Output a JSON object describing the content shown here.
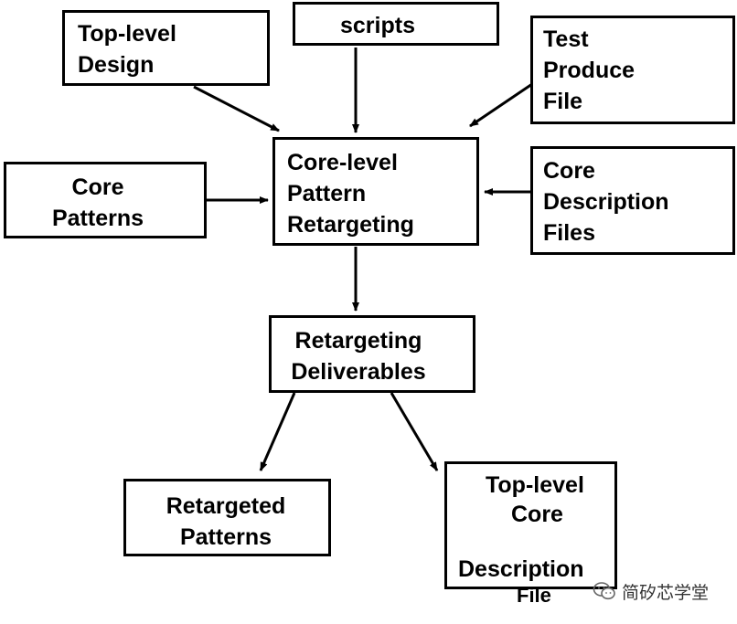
{
  "nodes": {
    "top_level_design": "Top-level\nDesign",
    "scripts": "scripts",
    "test_produce_file": "Test\nProduce\nFile",
    "core_patterns": "Core\nPatterns",
    "core_level_pattern_retargeting": "Core-level\nPattern\nRetargeting",
    "core_description_files": "Core\nDescription\nFiles",
    "retargeting_deliverables": "Retargeting\nDeliverables",
    "retargeted_patterns": "Retargeted\nPatterns",
    "top_level_core_description_file": {
      "line1": "Top-level",
      "line2": "Core",
      "line3": "Description",
      "line4": "File"
    }
  },
  "watermark": {
    "icon": "wechat-icon",
    "text": "简矽芯学堂"
  }
}
